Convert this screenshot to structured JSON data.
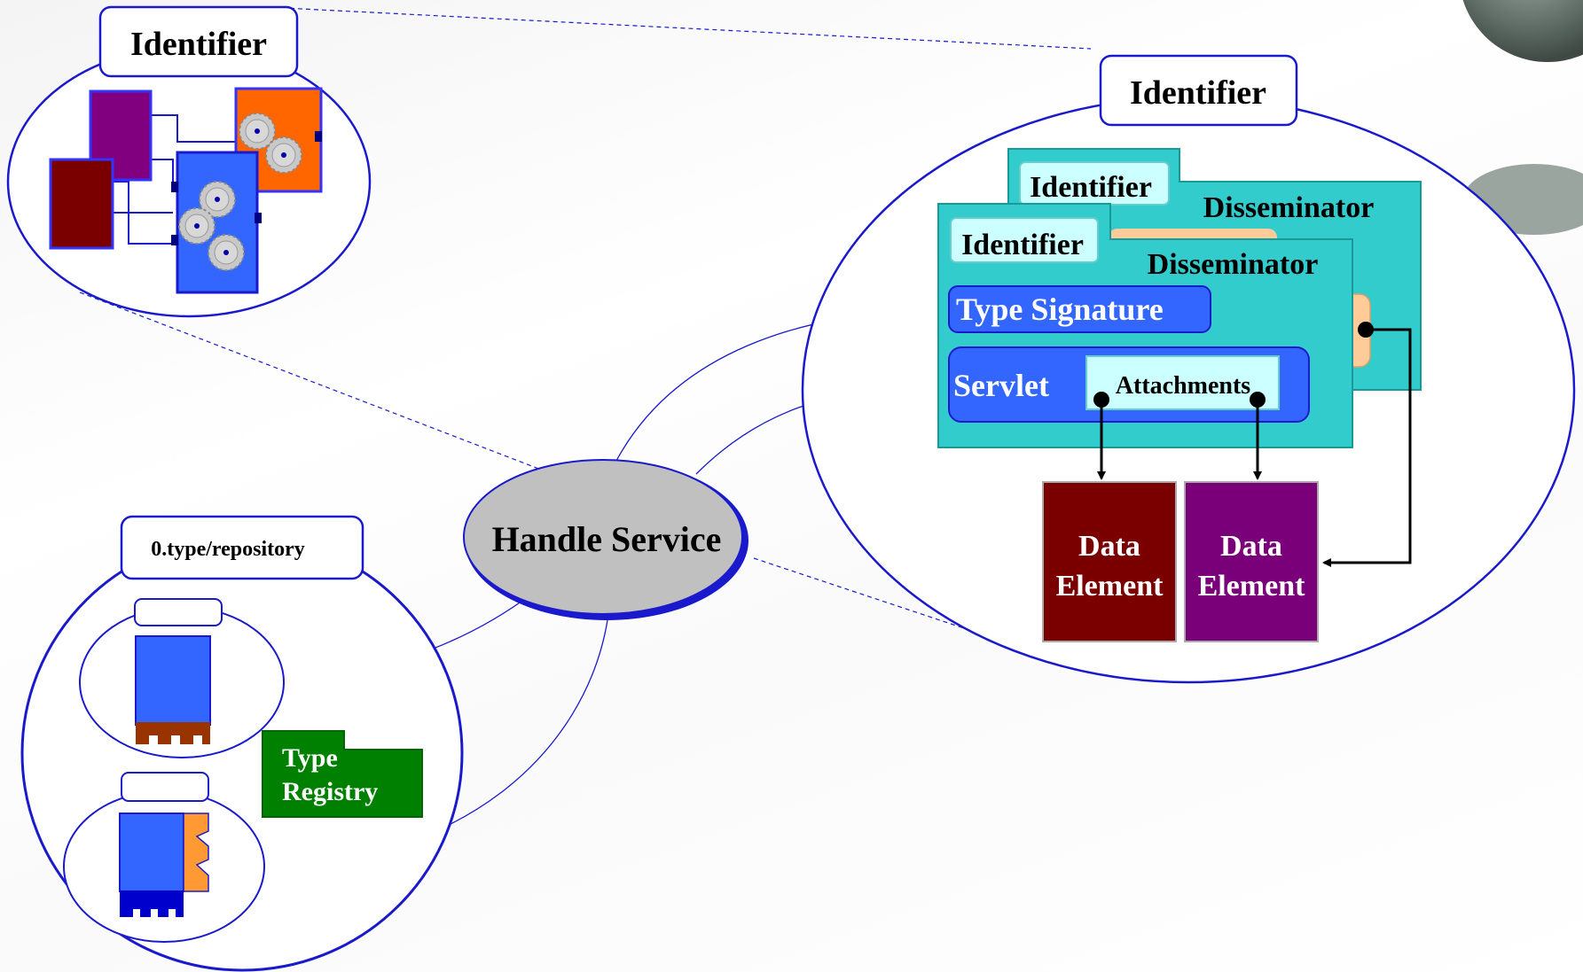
{
  "top_left": {
    "title": "Identifier"
  },
  "right": {
    "title": "Identifier",
    "back_card": {
      "identifier": "Identifier",
      "disseminator": "Disseminator"
    },
    "front_card": {
      "identifier": "Identifier",
      "disseminator": "Disseminator"
    },
    "type_signature": "Type Signature",
    "servlet": "Servlet",
    "attachments": "Attachments",
    "data_elements": [
      {
        "line1": "Data",
        "line2": "Element",
        "color": "#7a0000"
      },
      {
        "line1": "Data",
        "line2": "Element",
        "color": "#7a007a"
      }
    ]
  },
  "center": {
    "handle_service": "Handle Service"
  },
  "bottom_left": {
    "title": "0.type/repository",
    "type_registry_line1": "Type",
    "type_registry_line2": "Registry"
  },
  "colors": {
    "ellipse_stroke": "#1a1acc",
    "card_teal": "#33cccc",
    "servlet_blue": "#3366ff",
    "registry_green": "#008000",
    "handle_gray": "#c0c0c0"
  }
}
